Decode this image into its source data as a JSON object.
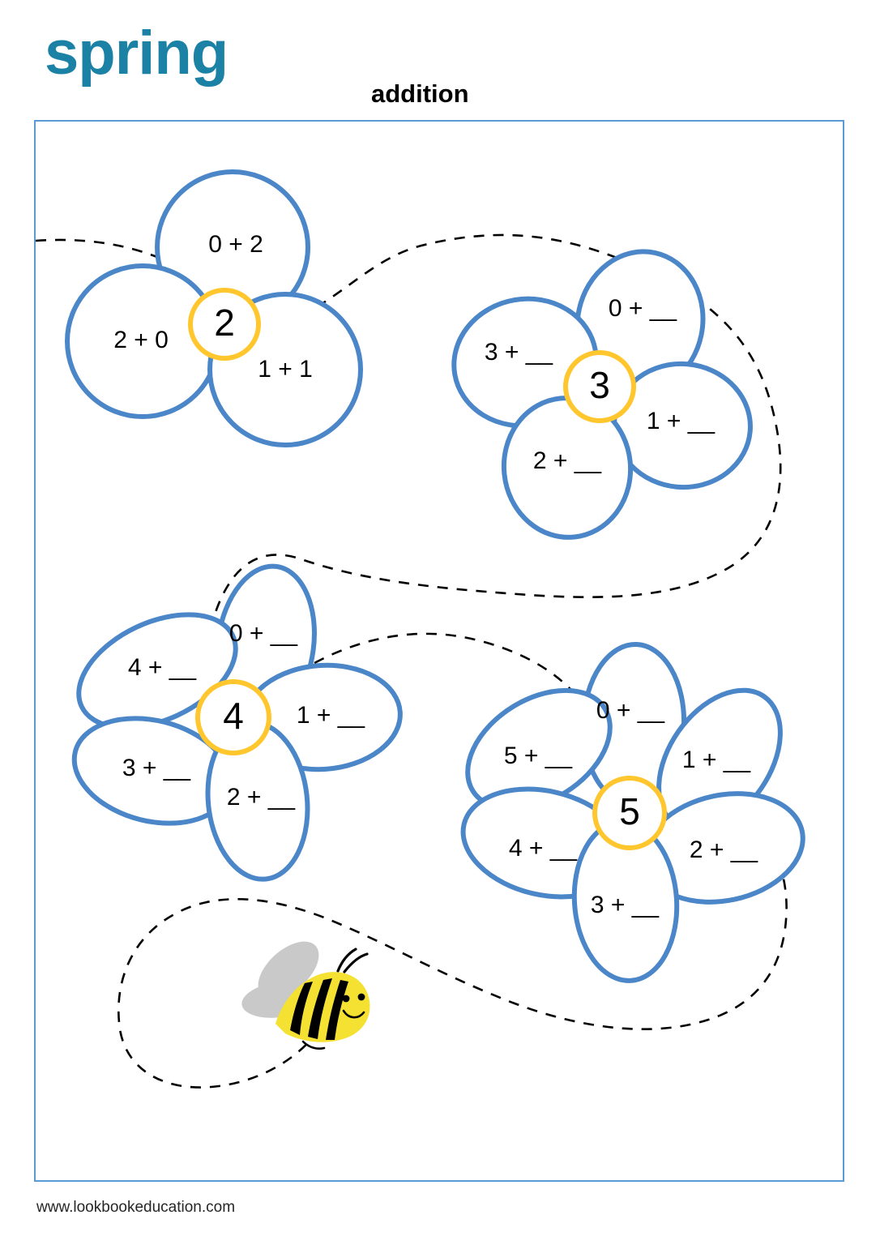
{
  "header": {
    "title": "spring",
    "subtitle": "addition",
    "title_color": "#1b82a6"
  },
  "footer": {
    "website": "www.lookbookeducation.com"
  },
  "colors": {
    "petal_stroke": "#4a86c8",
    "hub_stroke": "#ffc62e",
    "frame_border": "#5b9bd5",
    "path_dashed": "#000000",
    "bee_body": "#f5e131",
    "bee_stripe": "#000000",
    "bee_wing": "#c9c9c9"
  },
  "flowers": [
    {
      "id": "flower-2",
      "center_label": "2",
      "petals": [
        {
          "label": "0 + 2",
          "position": "top"
        },
        {
          "label": "2 + 0",
          "position": "left"
        },
        {
          "label": "1 + 1",
          "position": "bottom-right"
        }
      ]
    },
    {
      "id": "flower-3",
      "center_label": "3",
      "petals": [
        {
          "label": "0 + __",
          "position": "top"
        },
        {
          "label": "3 + __",
          "position": "left"
        },
        {
          "label": "1 + __",
          "position": "right"
        },
        {
          "label": "2 + __",
          "position": "bottom"
        }
      ]
    },
    {
      "id": "flower-4",
      "center_label": "4",
      "petals": [
        {
          "label": "0 + __",
          "position": "top"
        },
        {
          "label": "4 + __",
          "position": "upper-left"
        },
        {
          "label": "1 + __",
          "position": "right"
        },
        {
          "label": "3 + __",
          "position": "lower-left"
        },
        {
          "label": "2 + __",
          "position": "bottom"
        }
      ]
    },
    {
      "id": "flower-5",
      "center_label": "5",
      "petals": [
        {
          "label": "0 + __",
          "position": "top"
        },
        {
          "label": "5 + __",
          "position": "upper-left"
        },
        {
          "label": "1 + __",
          "position": "upper-right"
        },
        {
          "label": "4 + __",
          "position": "left"
        },
        {
          "label": "2 + __",
          "position": "right"
        },
        {
          "label": "3 + __",
          "position": "bottom"
        }
      ]
    }
  ],
  "decorations": {
    "bee": "bee-icon",
    "flight_path": "dashed-flight-path"
  }
}
